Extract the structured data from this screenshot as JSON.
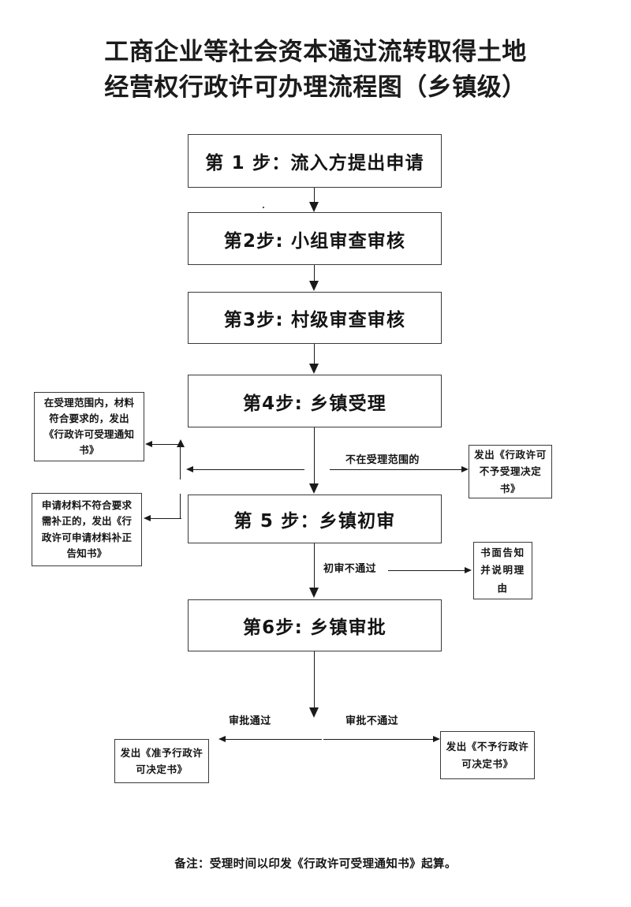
{
  "title": {
    "line1": "工商企业等社会资本通过流转取得土地",
    "line2": "经营权行政许可办理流程图（乡镇级）"
  },
  "flow": {
    "steps": [
      {
        "id": "step-1",
        "label": "第 1 步：流入方提出申请"
      },
      {
        "id": "step-2",
        "label": "第2步: 小组审查审核"
      },
      {
        "id": "step-3",
        "label": "第3步: 村级审查审核"
      },
      {
        "id": "step-4",
        "label": "第4步: 乡镇受理"
      },
      {
        "id": "step-5",
        "label": "第 5 步：乡镇初审"
      },
      {
        "id": "step-6",
        "label": "第6步: 乡镇审批"
      }
    ],
    "side_notes": [
      {
        "id": "accept-notice",
        "label": "在受理范围内，材料符合要求的，发出《行政许可受理通知书》"
      },
      {
        "id": "supplement-notice",
        "label": "申请材料不符合要求需补正的，发出《行政许可申请材料补正告知书》"
      },
      {
        "id": "reject-acceptance-notice",
        "label": "发出《行政许可不予受理决定书》"
      },
      {
        "id": "written-notice",
        "label": "书面告知并说明理由"
      },
      {
        "id": "approve-decision",
        "label": "发出《准予行政许可决定书》"
      },
      {
        "id": "disapprove-decision",
        "label": "发出《不予行政许可决定书》"
      }
    ],
    "edge_labels": [
      {
        "id": "out-of-scope",
        "label": "不在受理范围的"
      },
      {
        "id": "prelim-fail",
        "label": "初审不通过"
      },
      {
        "id": "approval-pass",
        "label": "审批通过"
      },
      {
        "id": "approval-fail",
        "label": "审批不通过"
      }
    ]
  },
  "footer": {
    "note": "备注：受理时间以印发《行政许可受理通知书》起算。"
  },
  "colors": {
    "ink": "#141414",
    "line": "#1a1a1a",
    "border": "#3a3a3a",
    "background": "#ffffff"
  }
}
